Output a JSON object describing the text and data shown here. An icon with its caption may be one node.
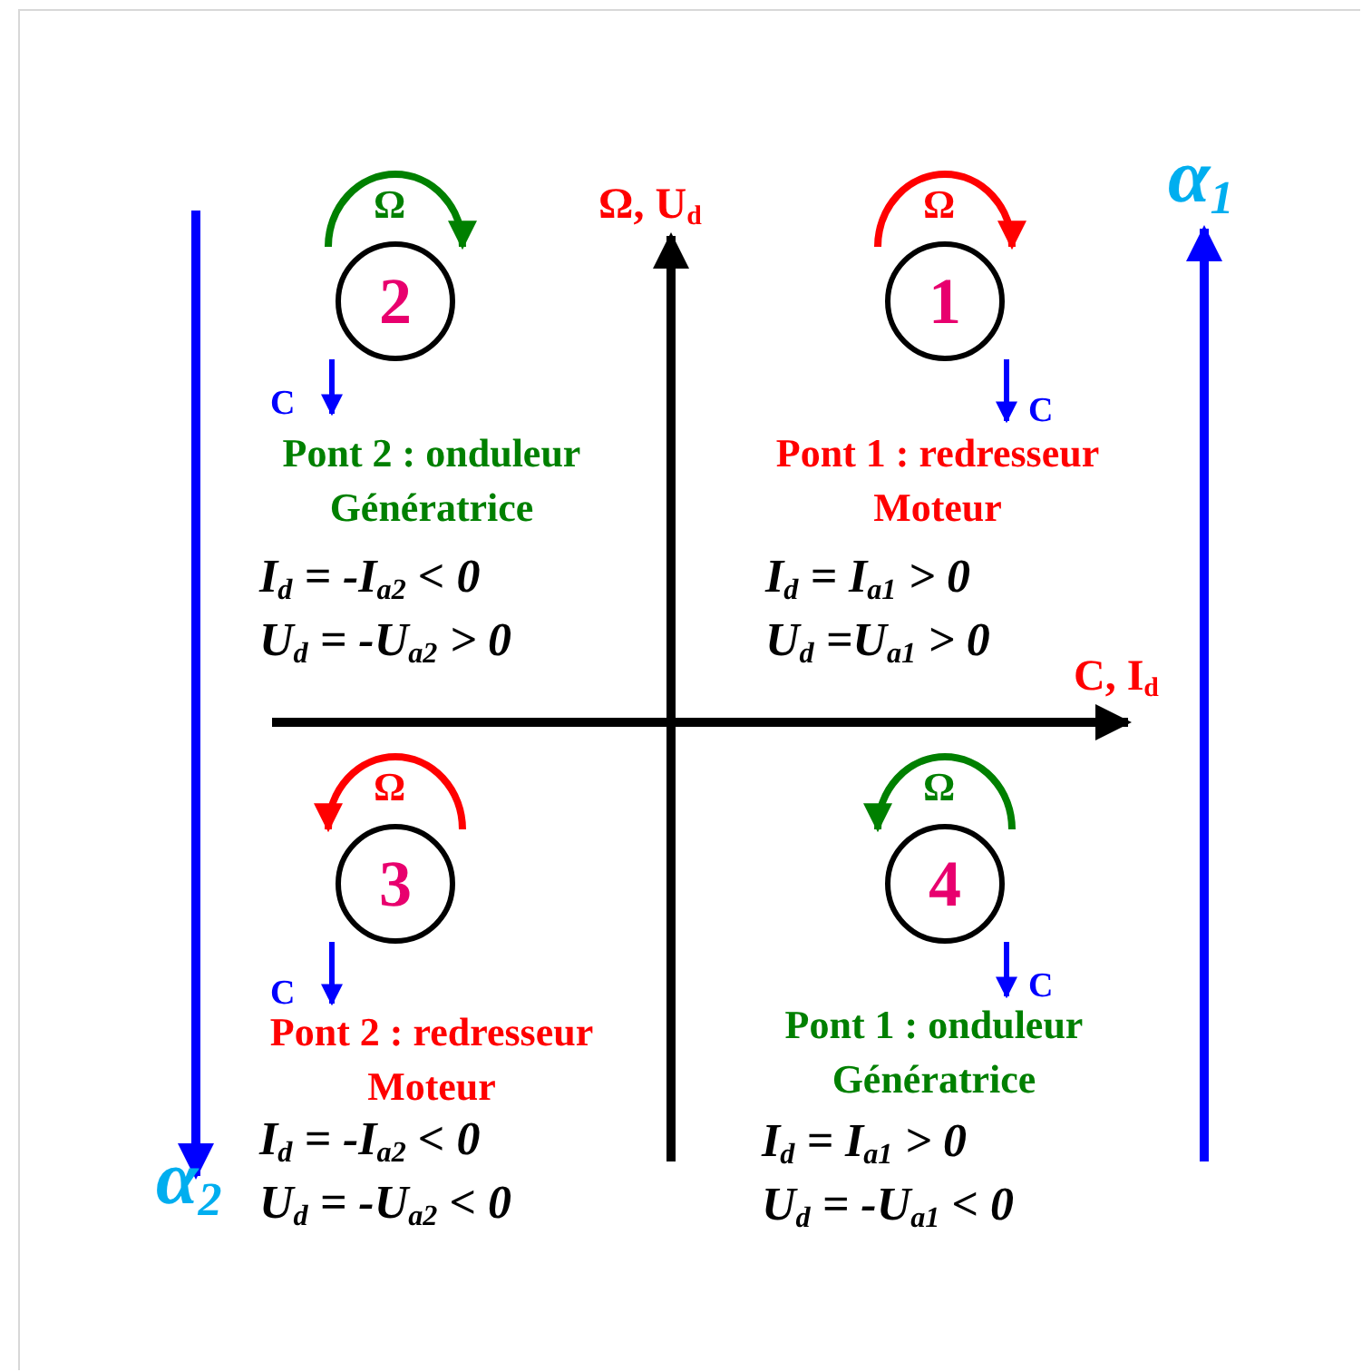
{
  "diagram": {
    "nodes": [
      {
        "text": [
          "2"
        ],
        "beside": [
          "Ω",
          "C",
          "Pont 2 : onduleur Génératrice",
          "I$_{d}$ = -I$_{a2}$ < 0",
          "U$_{d}$ = -U$_{a2}$ > 0"
        ]
      },
      {
        "text": [
          "1"
        ],
        "beside": [
          "Ω",
          "C",
          "Pont 1 : redresseur Moteur",
          "I$_{d}$ = I$_{a1}$ > 0",
          "U$_{d}$ =U$_{a1}$ > 0"
        ]
      },
      {
        "text": [
          "3"
        ],
        "beside": [
          "Ω",
          "C",
          "Pont 2 : redresseur Moteur",
          "I$_{d}$ = -I$_{a2}$ < 0",
          "U$_{d}$ = -U$_{a2}$ < 0"
        ]
      },
      {
        "text": [
          "4"
        ],
        "beside": [
          "Ω",
          "C",
          "Pont 1 : onduleur Génératrice",
          "I$_{d}$ = I$_{a1}$ > 0",
          "U$_{d}$ = -U$_{a1}$ < 0"
        ]
      }
    ],
    "edges": [],
    "labels": [
      "Ω, U$_{d}$",
      "α$_{1}$",
      "C, I$_{d}$",
      "α$_{2}$"
    ]
  }
}
